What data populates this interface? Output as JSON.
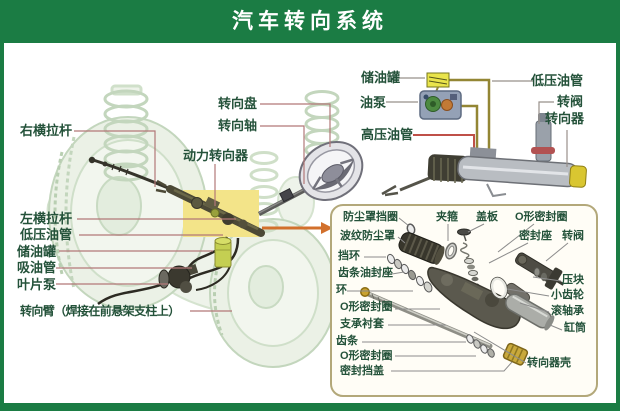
{
  "title": "汽车转向系统",
  "colors": {
    "frame_green": "#1b7c44",
    "label_text": "#24523a",
    "highlight_yellow": "#f3e489",
    "panel_border": "#b3a87a",
    "arrow_orange": "#d2702c",
    "pipe_olive": "#938634",
    "pipe_red": "#bf5048"
  },
  "main_view": {
    "left_labels": {
      "right_tie_rod": "右横拉杆",
      "left_tie_rod": "左横拉杆",
      "low_pressure_pipe": "低压油管",
      "oil_reservoir": "储油罐",
      "suction_pipe": "吸油管",
      "vane_pump": "叶片泵",
      "steering_arm": "转向臂（焊接在前悬架支柱上）"
    },
    "center_labels": {
      "steering_wheel": "转向盘",
      "steering_shaft": "转向轴",
      "power_steering_gear": "动力转向器"
    }
  },
  "hydraulic_schematic": {
    "oil_reservoir": "储油罐",
    "oil_pump": "油泵",
    "high_pressure_pipe": "高压油管",
    "low_pressure_pipe": "低压油管",
    "rotary_valve": "转阀",
    "steering_gear": "转向器"
  },
  "exploded_view": {
    "dust_cover_retaining_ring": "防尘罩挡圈",
    "clamp": "夹箍",
    "cover_plate": "盖板",
    "o_ring_1": "O形密封圈",
    "bellows_dust_cover": "波纹防尘罩",
    "seal_seat": "密封座",
    "rotary_valve": "转阀",
    "retaining_ring": "挡环",
    "rack_oil_seal_seat": "齿条油封座",
    "ring": "环",
    "o_ring_2": "O形密封圈",
    "support_bushing": "支承衬套",
    "rack": "齿条",
    "o_ring_3": "O形密封圈",
    "seal_end_cap": "密封挡盖",
    "pressure_block": "压块",
    "pinion": "小齿轮",
    "roller_bearing": "滚轴承",
    "cylinder_tube": "缸筒",
    "steering_gear_housing": "转向器壳"
  }
}
